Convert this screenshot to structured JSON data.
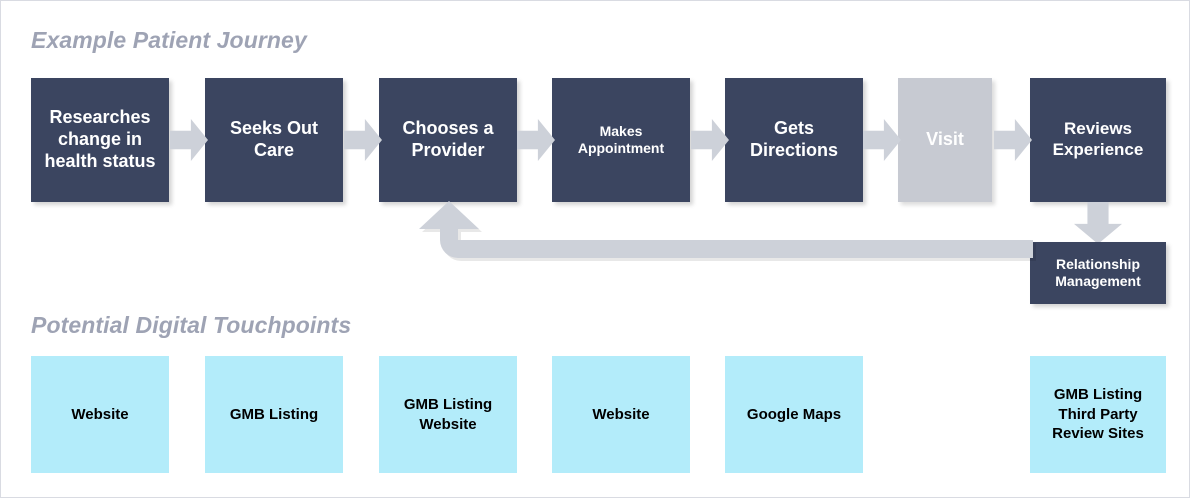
{
  "diagram": {
    "sections": {
      "journey_title": "Example Patient Journey",
      "touchpoints_title": "Potential Digital Touchpoints"
    },
    "colors": {
      "navy": "#3b4560",
      "grey_box": "#c7cad2",
      "arrow": "#cdd1d9",
      "cyan": "#b3ecfa",
      "title_text": "#9ea3b4",
      "box_text": "#ffffff",
      "touchpoint_text": "#000000",
      "canvas": "#ffffff",
      "border": "#d9dbe2"
    },
    "stages": [
      {
        "id": "researches",
        "label": "Researches change in health status",
        "style": "navy",
        "size": "lg"
      },
      {
        "id": "seeks-care",
        "label": "Seeks Out Care",
        "style": "navy",
        "size": "lg"
      },
      {
        "id": "chooses",
        "label": "Chooses a Provider",
        "style": "navy",
        "size": "lg"
      },
      {
        "id": "appointment",
        "label": "Makes Appointment",
        "style": "navy",
        "size": "sm"
      },
      {
        "id": "directions",
        "label": "Gets Directions",
        "style": "navy",
        "size": "lg"
      },
      {
        "id": "visit",
        "label": "Visit",
        "style": "grey",
        "size": "lg"
      },
      {
        "id": "reviews",
        "label": "Reviews Experience",
        "style": "navy",
        "size": "md"
      }
    ],
    "followup": {
      "id": "relationship-management",
      "label": "Relationship Management",
      "style": "navy"
    },
    "connectors": [
      {
        "id": "arrow-1",
        "from": "researches",
        "to": "seeks-care",
        "direction": "right"
      },
      {
        "id": "arrow-2",
        "from": "seeks-care",
        "to": "chooses",
        "direction": "right"
      },
      {
        "id": "arrow-3",
        "from": "chooses",
        "to": "appointment",
        "direction": "right"
      },
      {
        "id": "arrow-4",
        "from": "appointment",
        "to": "directions",
        "direction": "right"
      },
      {
        "id": "arrow-5",
        "from": "directions",
        "to": "visit",
        "direction": "right"
      },
      {
        "id": "arrow-6",
        "from": "visit",
        "to": "reviews",
        "direction": "right"
      },
      {
        "id": "arrow-down",
        "from": "reviews",
        "to": "relationship-management",
        "direction": "down"
      },
      {
        "id": "feedback-loop",
        "from": "relationship-management",
        "to": "chooses",
        "direction": "loop-left-up"
      }
    ],
    "touchpoints": [
      {
        "id": "tp-1",
        "label": "Website",
        "under": "researches"
      },
      {
        "id": "tp-2",
        "label": "GMB Listing",
        "under": "seeks-care"
      },
      {
        "id": "tp-3",
        "label": "GMB Listing Website",
        "under": "chooses"
      },
      {
        "id": "tp-4",
        "label": "Website",
        "under": "appointment"
      },
      {
        "id": "tp-5",
        "label": "Google Maps",
        "under": "directions"
      },
      {
        "id": "tp-7",
        "label": "GMB Listing Third Party Review Sites",
        "under": "reviews"
      }
    ]
  }
}
